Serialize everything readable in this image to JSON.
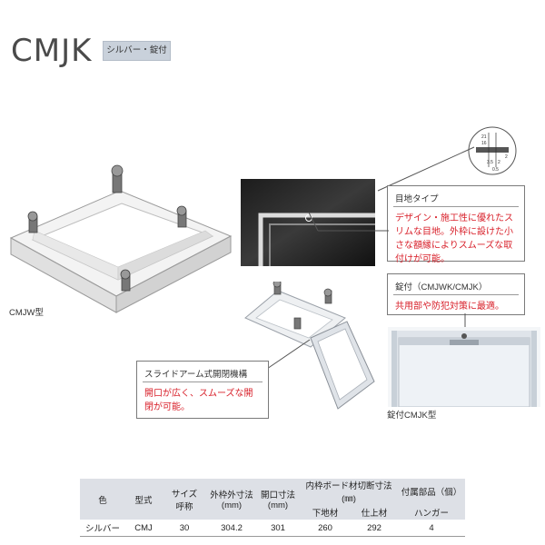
{
  "title": "CMJK",
  "badge": "シルバー・錠付",
  "labels": {
    "cmjw": "CMJW型",
    "cmjk": "錠付CMJK型"
  },
  "callouts": {
    "joint": {
      "head": "目地タイプ",
      "body": "デザイン・施工性に優れたスリムな目地。外枠に設けた小さな額縁によりスムーズな取付けが可能。"
    },
    "lock": {
      "head": "錠付（CMJWK/CMJK）",
      "body": "共用部や防犯対策に最適。"
    },
    "slide": {
      "head": "スライドアーム式開閉機構",
      "body": "開口が広く、スムーズな開閉が可能。"
    }
  },
  "detail": {
    "dims": [
      "21",
      "16",
      "3.5",
      "2",
      "2",
      "0.5"
    ]
  },
  "table": {
    "headers": {
      "color": "色",
      "type": "型式",
      "size": [
        "サイズ",
        "呼称"
      ],
      "outer": [
        "外枠外寸法",
        "(mm)"
      ],
      "opening": [
        "開口寸法",
        "(mm)"
      ],
      "board": "内枠ボード材切断寸法(㎜)",
      "base": "下地材",
      "finish": "仕上材",
      "parts": "付属部品（個）",
      "hanger": "ハンガー"
    },
    "row": {
      "color": "シルバー",
      "type": "CMJ",
      "size": "30",
      "outer": "304.2",
      "opening": "301",
      "base": "260",
      "finish": "292",
      "hanger": "4"
    }
  },
  "colors": {
    "accent_red": "#d8202a",
    "badge_bg": "#c9d1db",
    "table_header_bg": "#dde0e6"
  }
}
